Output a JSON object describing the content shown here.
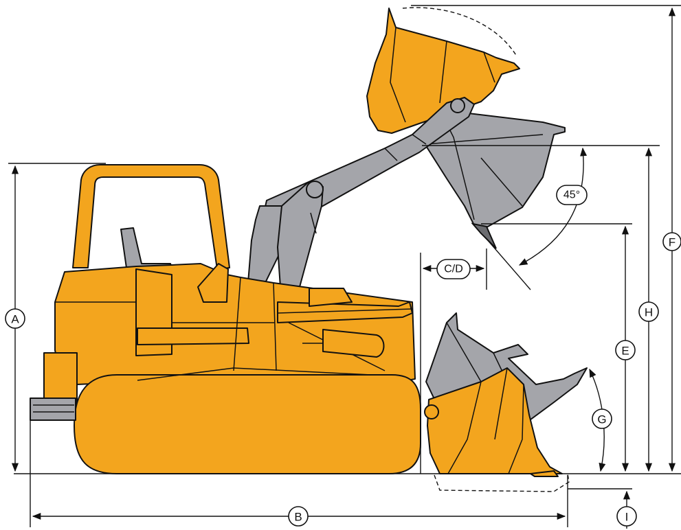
{
  "labels": {
    "A": "A",
    "B": "B",
    "CD": "C/D",
    "E": "E",
    "F": "F",
    "G": "G",
    "H": "H",
    "I": "I",
    "angle": "45°"
  },
  "colors": {
    "machine": "#f3a51e",
    "bucket_steel": "#a4a5aa",
    "line": "#111111"
  }
}
